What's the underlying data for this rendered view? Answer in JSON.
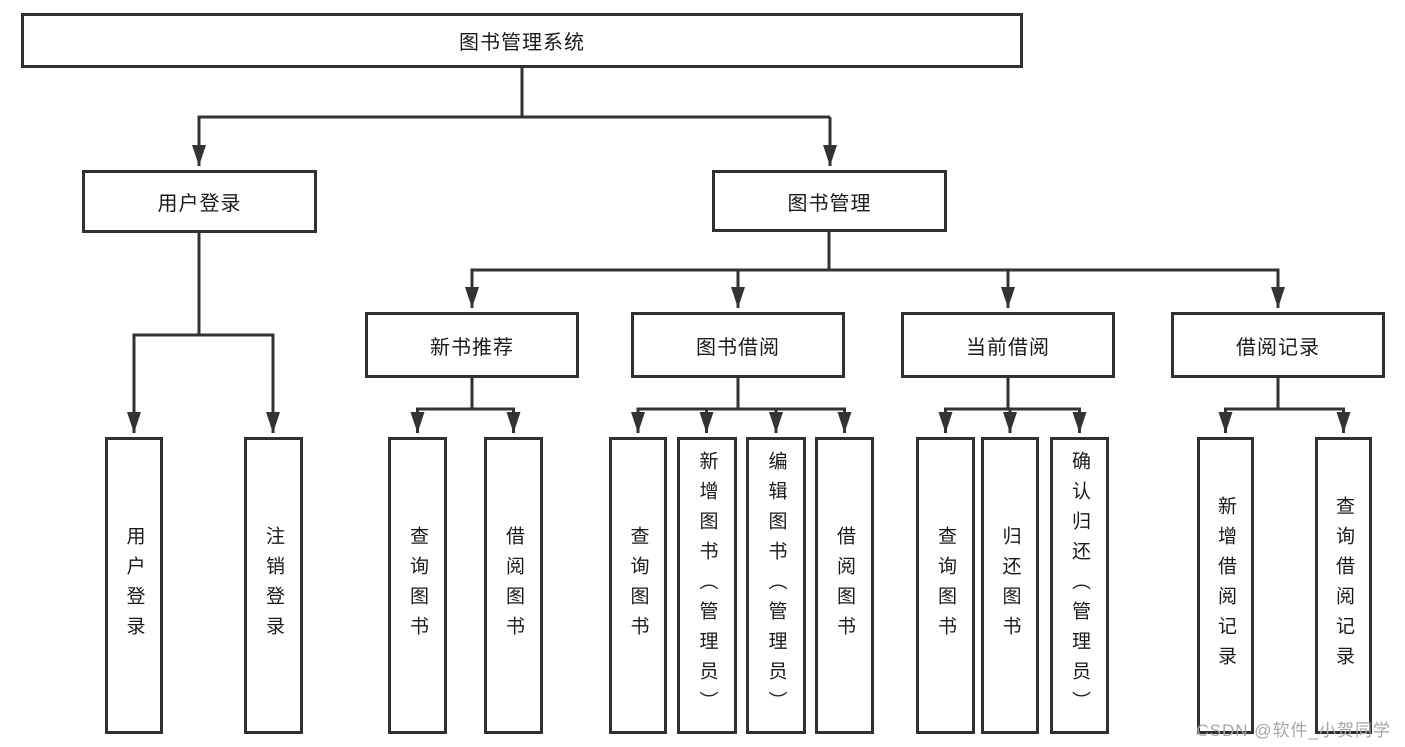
{
  "diagram": {
    "title": "图书管理系统",
    "root": {
      "label": "图书管理系统"
    },
    "level2": [
      {
        "label": "用户登录"
      },
      {
        "label": "图书管理"
      }
    ],
    "level3": [
      {
        "label": "新书推荐",
        "parent": "图书管理"
      },
      {
        "label": "图书借阅",
        "parent": "图书管理"
      },
      {
        "label": "当前借阅",
        "parent": "图书管理"
      },
      {
        "label": "借阅记录",
        "parent": "图书管理"
      }
    ],
    "leaves": [
      {
        "label": "用户登录",
        "parent": "用户登录"
      },
      {
        "label": "注销登录",
        "parent": "用户登录"
      },
      {
        "label": "查询图书",
        "parent": "新书推荐"
      },
      {
        "label": "借阅图书",
        "parent": "新书推荐"
      },
      {
        "label": "查询图书",
        "parent": "图书借阅"
      },
      {
        "label": "新增图书（管理员）",
        "parent": "图书借阅"
      },
      {
        "label": "编辑图书（管理员）",
        "parent": "图书借阅"
      },
      {
        "label": "借阅图书",
        "parent": "图书借阅"
      },
      {
        "label": "查询图书",
        "parent": "当前借阅"
      },
      {
        "label": "归还图书",
        "parent": "当前借阅"
      },
      {
        "label": "确认归还（管理员）",
        "parent": "当前借阅"
      },
      {
        "label": "新增借阅记录",
        "parent": "借阅记录"
      },
      {
        "label": "查询借阅记录",
        "parent": "借阅记录"
      }
    ]
  },
  "watermark": {
    "text": "CSDN @软件_小贺同学"
  },
  "colors": {
    "line": "#333333",
    "box_border": "#303030",
    "text": "#1a1a1a",
    "watermark": "#a6a6a6",
    "background": "#ffffff"
  }
}
